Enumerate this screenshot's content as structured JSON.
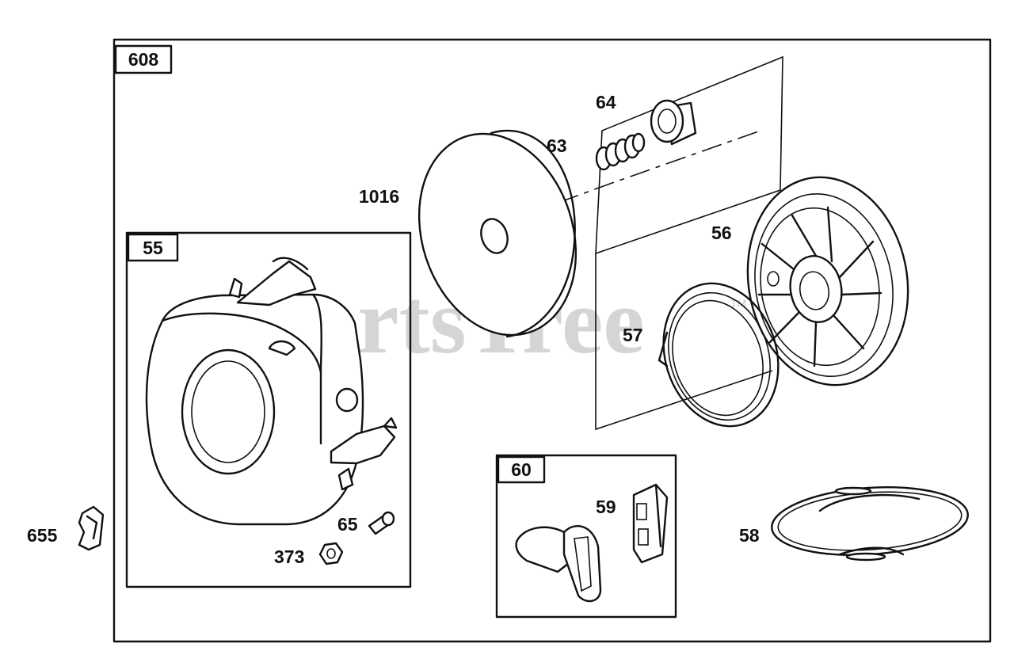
{
  "watermark": {
    "text": "PartsTree",
    "trademark": "TM"
  },
  "assembly": {
    "label": "608"
  },
  "kits": [
    {
      "id": "housing-kit",
      "label": "55"
    },
    {
      "id": "handle-kit",
      "label": "60"
    }
  ],
  "callouts": {
    "p64": "64",
    "p63": "63",
    "p1016": "1016",
    "p56": "56",
    "p57": "57",
    "p59": "59",
    "p58": "58",
    "p65": "65",
    "p373": "373",
    "p655": "655"
  }
}
